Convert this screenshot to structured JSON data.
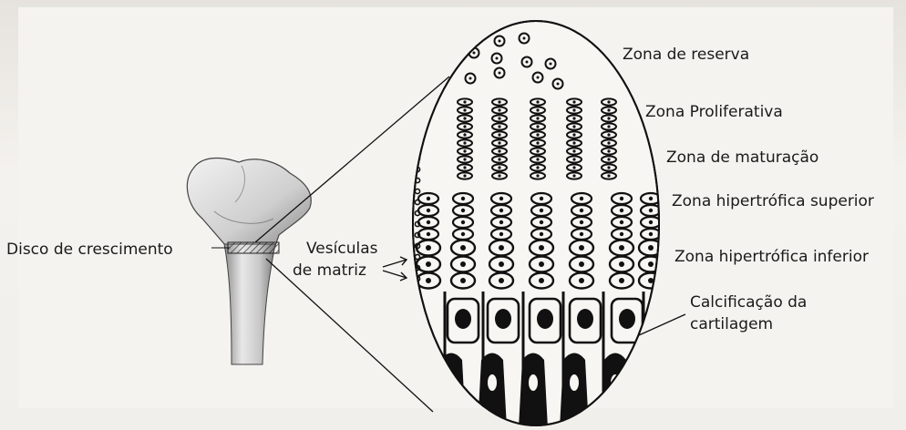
{
  "labels": {
    "zona_reserva": "Zona de reserva",
    "zona_proliferativa": "Zona Proliferativa",
    "zona_maturacao": "Zona de maturação",
    "zona_hipertrofica_superior": "Zona hipertrófica superior",
    "zona_hipertrofica_inferior": "Zona hipertrófica inferior",
    "calcificacao_line1": "Calcificação da",
    "calcificacao_line2": "cartilagem",
    "disco_crescimento": "Disco de crescimento",
    "vesiculas_line1": "Vesículas",
    "vesiculas_line2": "de matriz"
  },
  "colors": {
    "ink": "#111111",
    "paper": "#f5f3ef",
    "bone_shadow": "#9a9a9a"
  }
}
